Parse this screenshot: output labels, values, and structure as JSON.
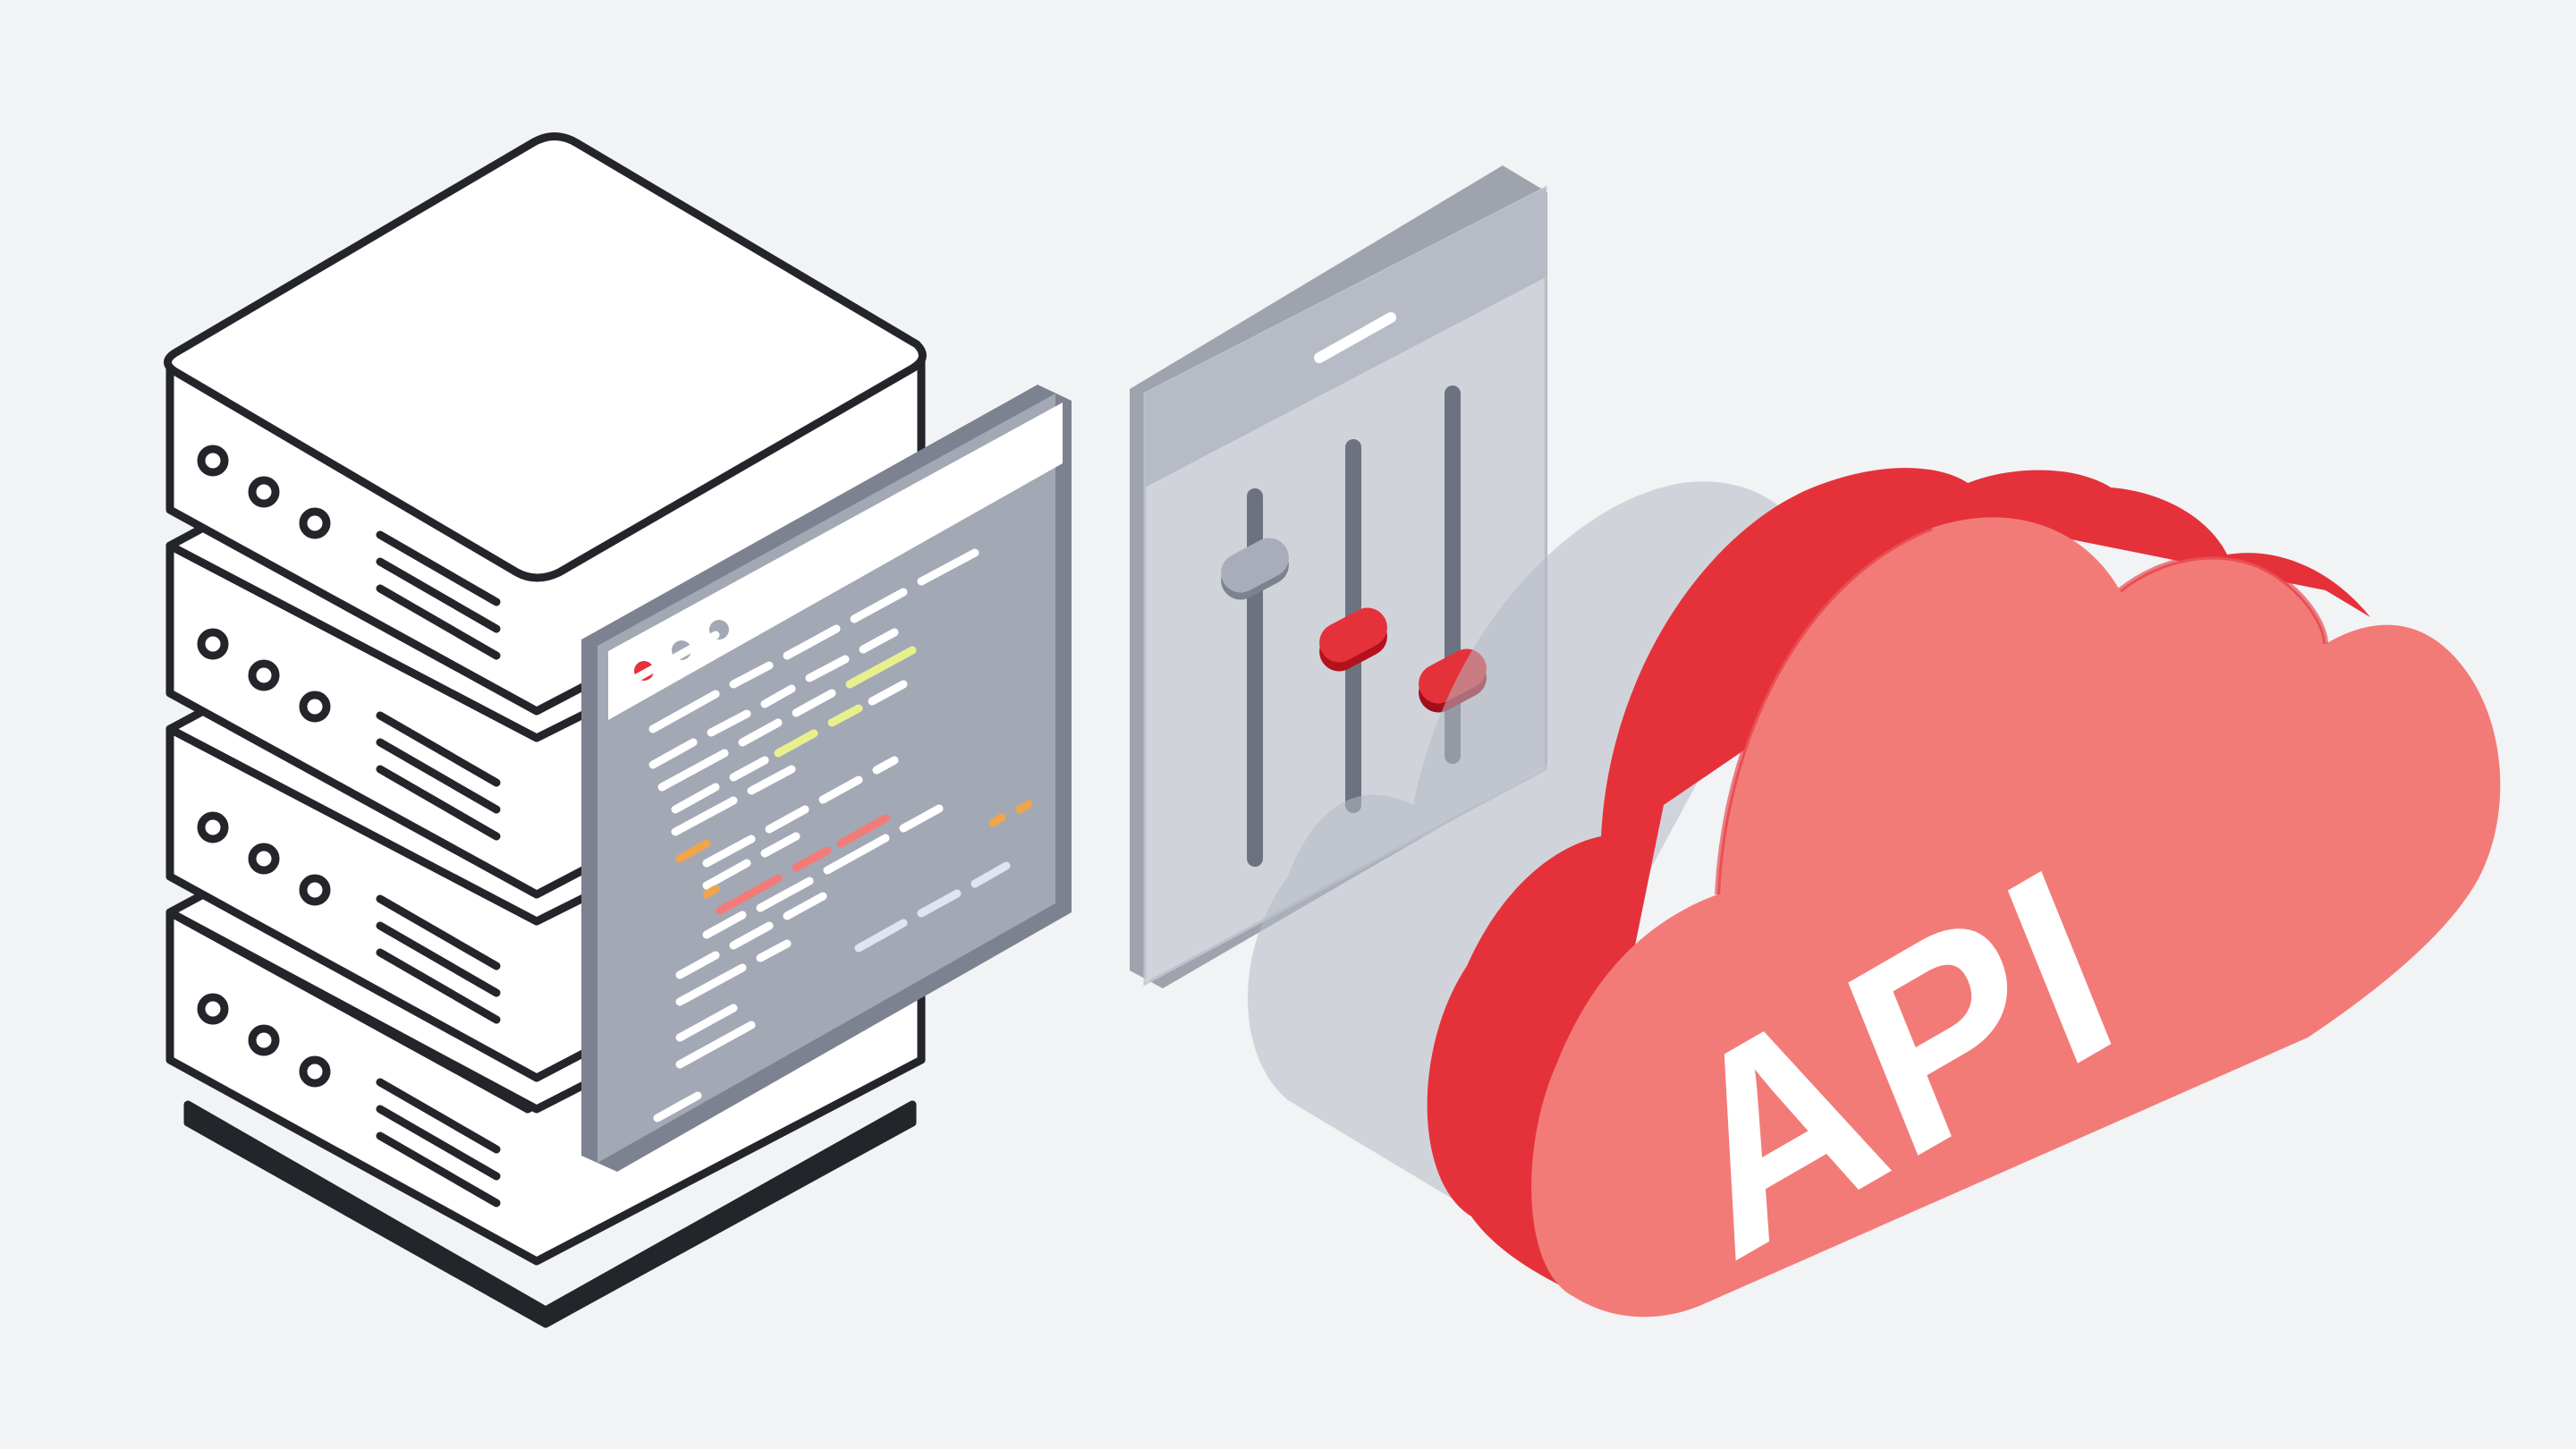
{
  "cloud": {
    "label": "API",
    "icon": "cloud-icon"
  },
  "server": {
    "icon": "server-rack-icon",
    "unit_count": 4
  },
  "code_window": {
    "icon": "code-editor-window-icon",
    "window_dots": 3
  },
  "control_panel": {
    "icon": "sliders-panel-icon",
    "slider_levels": [
      0.85,
      0.55,
      0.3
    ]
  },
  "colors": {
    "background": "#f1f3f5",
    "accent_red": "#e5323a",
    "cloud_face": "#f27b78",
    "panel_gray": "#a7acb8",
    "outline": "#23252b"
  }
}
